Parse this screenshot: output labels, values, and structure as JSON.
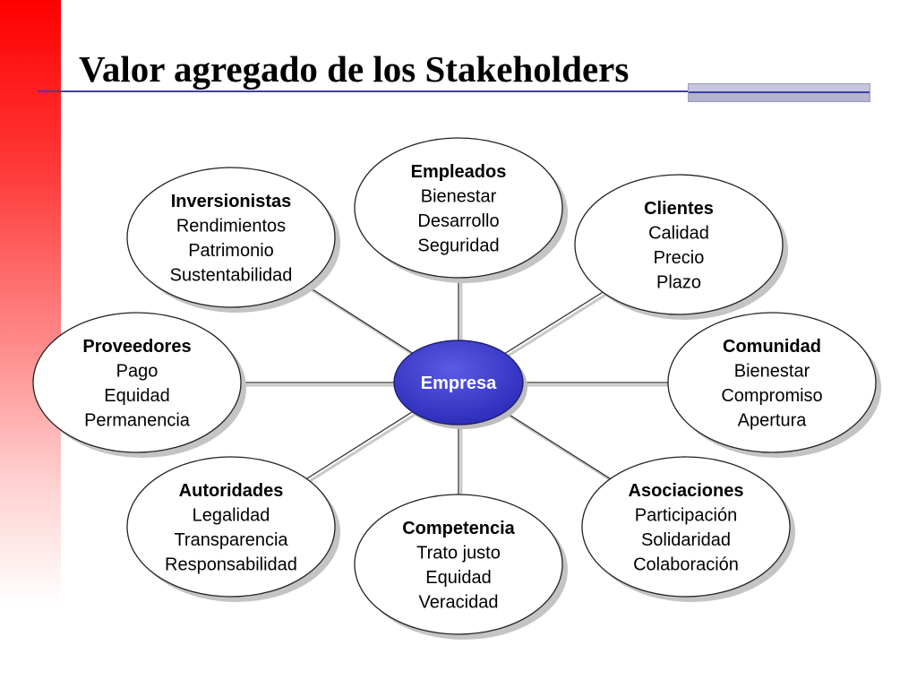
{
  "title": "Valor agregado de los Stakeholders",
  "center": {
    "label": "Empresa",
    "fill": "#3333cc"
  },
  "stakeholders": [
    {
      "name": "Empleados",
      "items": [
        "Bienestar",
        "Desarrollo",
        "Seguridad"
      ]
    },
    {
      "name": "Inversionistas",
      "items": [
        "Rendimientos",
        "Patrimonio",
        "Sustentabilidad"
      ]
    },
    {
      "name": "Clientes",
      "items": [
        "Calidad",
        "Precio",
        "Plazo"
      ]
    },
    {
      "name": "Proveedores",
      "items": [
        "Pago",
        "Equidad",
        "Permanencia"
      ]
    },
    {
      "name": "Comunidad",
      "items": [
        "Bienestar",
        "Compromiso",
        "Apertura"
      ]
    },
    {
      "name": "Autoridades",
      "items": [
        "Legalidad",
        "Transparencia",
        "Responsabilidad"
      ]
    },
    {
      "name": "Competencia",
      "items": [
        "Trato justo",
        "Equidad",
        "Veracidad"
      ]
    },
    {
      "name": "Asociaciones",
      "items": [
        "Participación",
        "Solidaridad",
        "Colaboración"
      ]
    }
  ]
}
